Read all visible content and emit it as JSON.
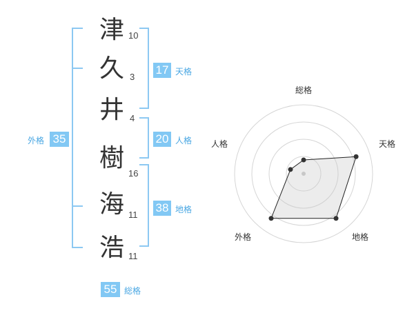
{
  "name_chars": [
    {
      "char": "津",
      "strokes": "10"
    },
    {
      "char": "久",
      "strokes": "3"
    },
    {
      "char": "井",
      "strokes": "4"
    },
    {
      "char": "樹",
      "strokes": "16"
    },
    {
      "char": "海",
      "strokes": "11"
    },
    {
      "char": "浩",
      "strokes": "11"
    }
  ],
  "fortunes": {
    "tenkaku": {
      "value": "17",
      "label": "天格"
    },
    "jinkaku": {
      "value": "20",
      "label": "人格"
    },
    "chikaku": {
      "value": "38",
      "label": "地格"
    },
    "gaikaku": {
      "value": "35",
      "label": "外格"
    },
    "soukaku": {
      "value": "55",
      "label": "総格"
    }
  },
  "colors": {
    "accent": "#82c8f4",
    "bracket": "#8cc8f2",
    "label": "#4aa7e3"
  },
  "chart_data": {
    "type": "radar",
    "axes": [
      "総格",
      "天格",
      "地格",
      "外格",
      "人格"
    ],
    "values": [
      0.2,
      0.8,
      0.8,
      0.8,
      0.2
    ],
    "rings": 4,
    "grid": true
  }
}
